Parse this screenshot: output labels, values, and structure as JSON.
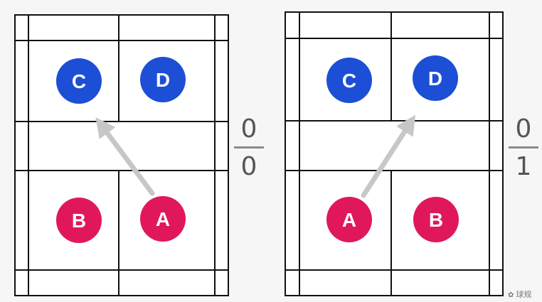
{
  "courts": [
    {
      "players": [
        {
          "label": "C",
          "team": "blue"
        },
        {
          "label": "D",
          "team": "blue"
        },
        {
          "label": "B",
          "team": "red"
        },
        {
          "label": "A",
          "team": "red"
        }
      ],
      "score": {
        "top": "0",
        "bottom": "0"
      }
    },
    {
      "players": [
        {
          "label": "C",
          "team": "blue"
        },
        {
          "label": "D",
          "team": "blue"
        },
        {
          "label": "A",
          "team": "red"
        },
        {
          "label": "B",
          "team": "red"
        }
      ],
      "score": {
        "top": "0",
        "bottom": "1"
      }
    }
  ],
  "colors": {
    "blue": "#1c4fd6",
    "red": "#e0185b",
    "arrow": "#c7c7c7",
    "lines": "#111111",
    "court_bg": "#ffffff"
  },
  "watermark": {
    "text": "球规"
  }
}
